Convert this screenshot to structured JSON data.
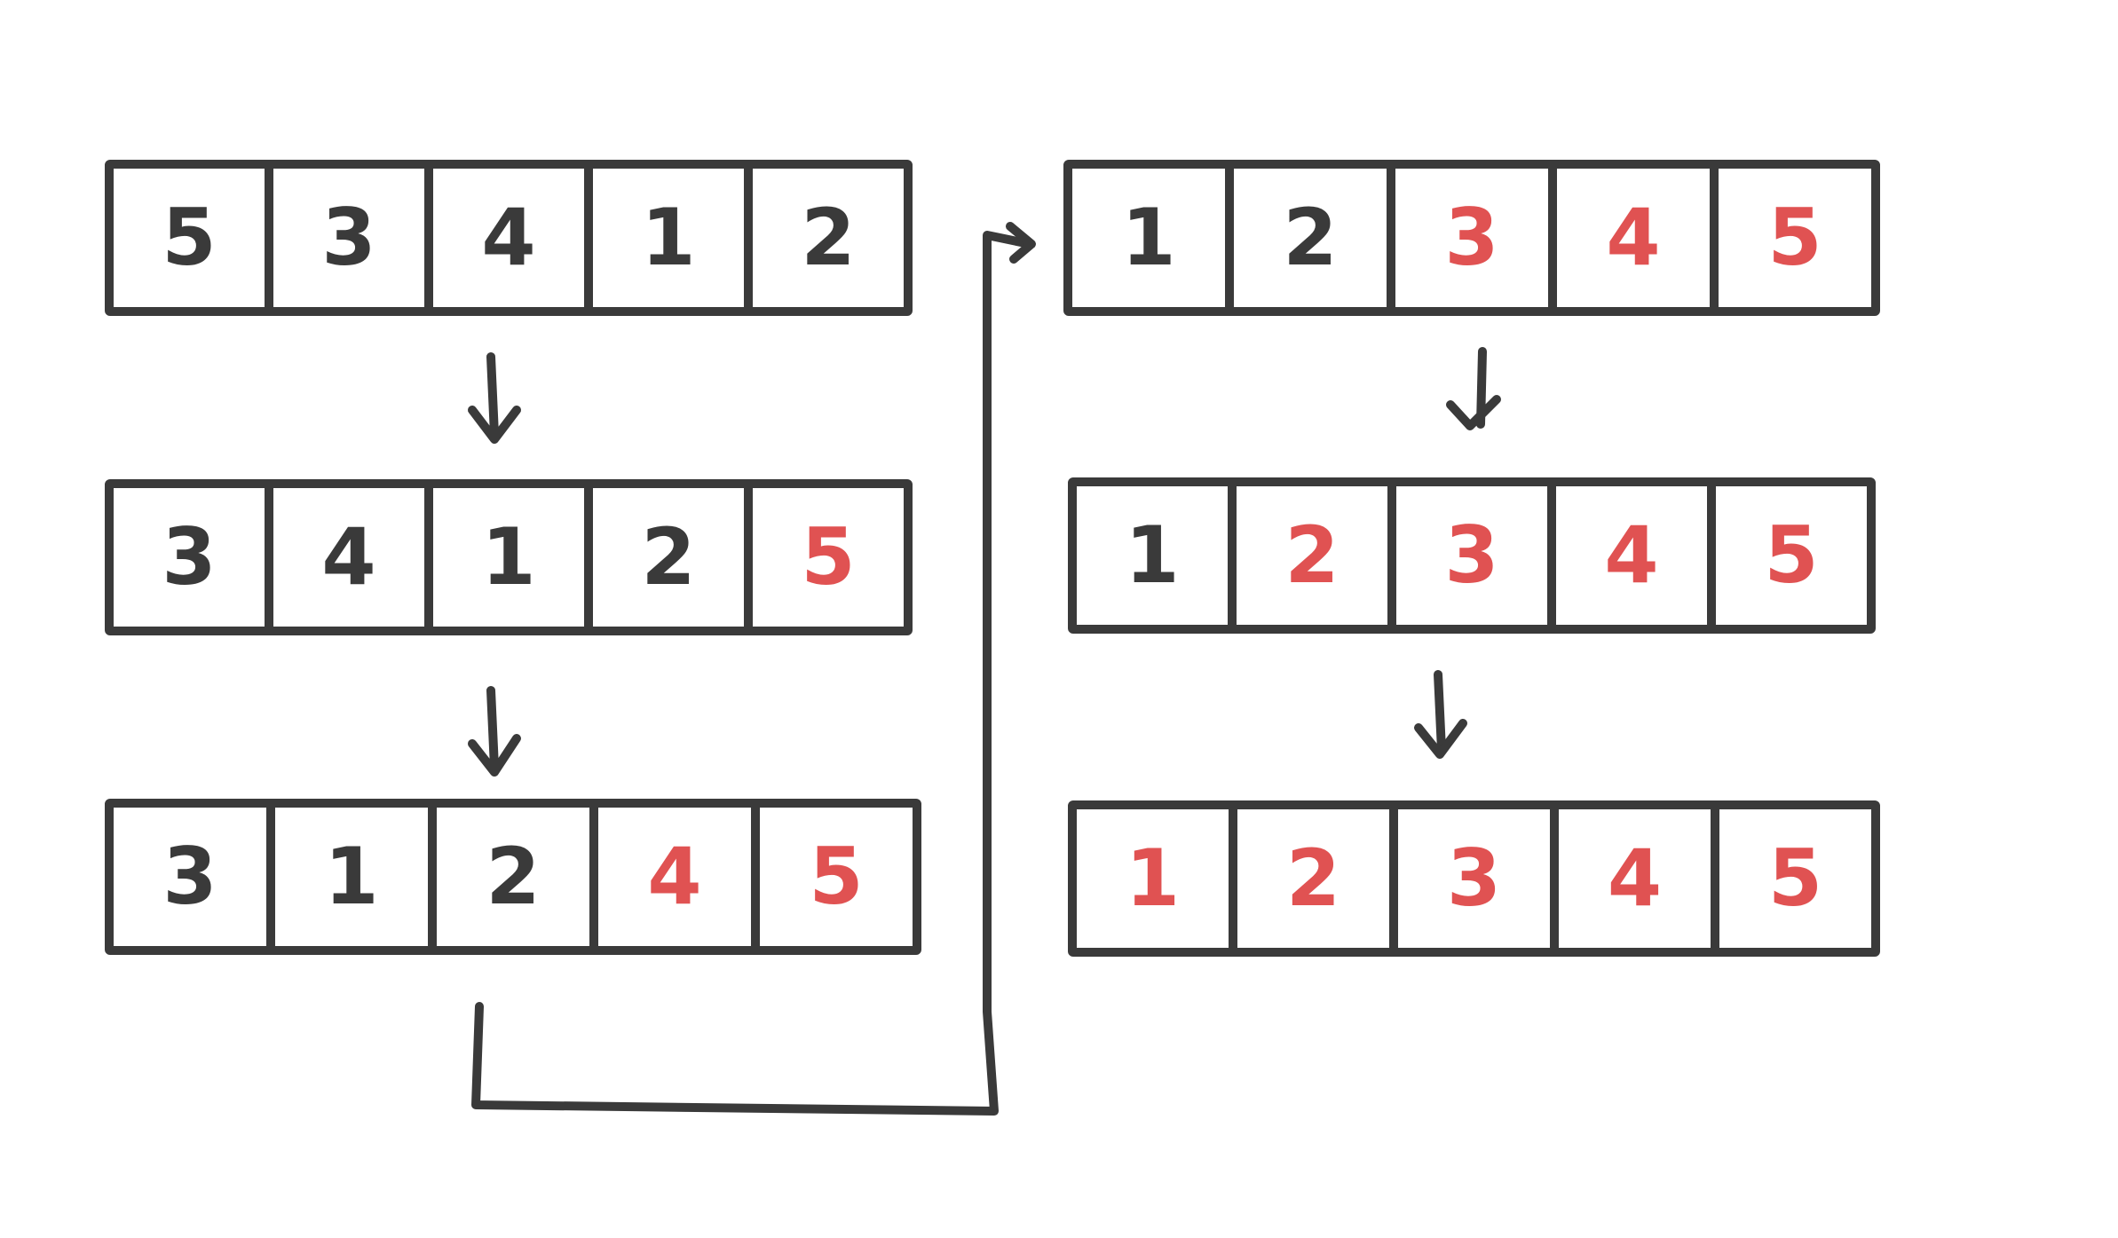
{
  "colors": {
    "stroke": "#3a3a3a",
    "sorted": "#e05252",
    "unsorted": "#3a3a3a",
    "background": "#ffffff"
  },
  "passes": [
    {
      "cells": [
        {
          "v": "5",
          "sorted": false
        },
        {
          "v": "3",
          "sorted": false
        },
        {
          "v": "4",
          "sorted": false
        },
        {
          "v": "1",
          "sorted": false
        },
        {
          "v": "2",
          "sorted": false
        }
      ]
    },
    {
      "cells": [
        {
          "v": "3",
          "sorted": false
        },
        {
          "v": "4",
          "sorted": false
        },
        {
          "v": "1",
          "sorted": false
        },
        {
          "v": "2",
          "sorted": false
        },
        {
          "v": "5",
          "sorted": true
        }
      ]
    },
    {
      "cells": [
        {
          "v": "3",
          "sorted": false
        },
        {
          "v": "1",
          "sorted": false
        },
        {
          "v": "2",
          "sorted": false
        },
        {
          "v": "4",
          "sorted": true
        },
        {
          "v": "5",
          "sorted": true
        }
      ]
    },
    {
      "cells": [
        {
          "v": "1",
          "sorted": false
        },
        {
          "v": "2",
          "sorted": false
        },
        {
          "v": "3",
          "sorted": true
        },
        {
          "v": "4",
          "sorted": true
        },
        {
          "v": "5",
          "sorted": true
        }
      ]
    },
    {
      "cells": [
        {
          "v": "1",
          "sorted": false
        },
        {
          "v": "2",
          "sorted": true
        },
        {
          "v": "3",
          "sorted": true
        },
        {
          "v": "4",
          "sorted": true
        },
        {
          "v": "5",
          "sorted": true
        }
      ]
    },
    {
      "cells": [
        {
          "v": "1",
          "sorted": true
        },
        {
          "v": "2",
          "sorted": true
        },
        {
          "v": "3",
          "sorted": true
        },
        {
          "v": "4",
          "sorted": true
        },
        {
          "v": "5",
          "sorted": true
        }
      ]
    }
  ]
}
